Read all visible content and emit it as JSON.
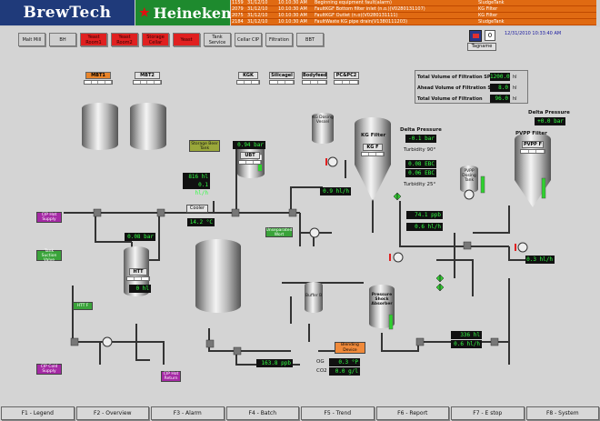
{
  "header": {
    "brand": "BrewTech",
    "partner": "Heineken",
    "alarms": [
      {
        "id": "1159",
        "date": "31/12/10",
        "time": "10:10:30 AM",
        "text": "Beginning equipment fault(alarm)",
        "area": "SludgeTank"
      },
      {
        "id": "2079",
        "date": "31/12/10",
        "time": "10:10:30 AM",
        "text": "FaultKGF Bottom filter inlet (n.o.)(V0280131107)",
        "area": "KG Filter"
      },
      {
        "id": "2075",
        "date": "31/12/10",
        "time": "10:10:30 AM",
        "text": "FaultKGF Outlet (n.o)(V0280131111)",
        "area": "KG Filter"
      },
      {
        "id": "2184",
        "date": "31/12/10",
        "time": "10:10:30 AM",
        "text": "FaultWaste KG pipe drain(V1380111203)",
        "area": "SludgeTank"
      }
    ],
    "zero_count": "0",
    "datetime": "12/31/2010 10:33:40 AM",
    "tagname": "Tagname"
  },
  "nav_buttons": [
    {
      "label": "Malt Mill",
      "style": "normal"
    },
    {
      "label": "BH",
      "style": "normal"
    },
    {
      "label": "Yeast Room1",
      "style": "red"
    },
    {
      "label": "Yeast Room2",
      "style": "red"
    },
    {
      "label": "Storage Cellar",
      "style": "red"
    },
    {
      "label": "Yeast",
      "style": "red"
    },
    {
      "label": "Tank Service",
      "style": "normal"
    },
    {
      "label": "Cellar CIP",
      "style": "normal"
    },
    {
      "label": "Filtration",
      "style": "normal"
    },
    {
      "label": "BBT",
      "style": "normal"
    }
  ],
  "tags": {
    "mbt1": "MBT1",
    "mbt2": "MBT2",
    "kgk": "KGK",
    "silicagel": "Silicagel",
    "bodyfeed": "Bodyfeed",
    "pc": "PC&PC2",
    "ubt": "UBT",
    "htt": "HTT",
    "kgf": "KG F",
    "pvppf": "PVPP F"
  },
  "totals": [
    {
      "label": "Total Volume of Filtration SP",
      "value": "1200.0",
      "unit": "hl"
    },
    {
      "label": "Ahead Volume of Filtration SP",
      "value": "8.0",
      "unit": "hl"
    },
    {
      "label": "Total Volume of Filtration",
      "value": "96.0",
      "unit": "hl"
    }
  ],
  "equipment": {
    "kg_dosing": "KG Dosing Vessel",
    "kg_filter": "KG Filter",
    "pvpp_dosing": "PVPP Dosing Tank",
    "pvpp_filter": "PVPP Filter",
    "cooler": "Cooler",
    "blending": "Blending Device",
    "pressure_shock": "Pressure Shock Absorber",
    "buffer": "Buffer B",
    "storage_tank": "Storage Beer Tank"
  },
  "readings": {
    "ubt_pressure": "0.94 bar",
    "flow1": "816 hl",
    "flow2": "0.1 hl/h",
    "cooler_temp": "14.2 °C",
    "kg_flow": "0.9 hl/h",
    "delta_pressure_label": "Delta Pressure",
    "delta_pressure_kg": "-0.1 bar",
    "turbidity90_label": "Turbidity 90°",
    "turbidity90": "0.08 EBC",
    "turbidity25_label": "Turbidity 25°",
    "turbidity25": "0.06 EBC",
    "ppb": "74.1 ppb",
    "pvpp_flow": "0.6 hl/h",
    "delta_pressure_pvpp": "+0.0 bar",
    "pvpp_out": "0.3 hl/h",
    "htt_pressure": "0.08 bar",
    "htt_level": "0 hl",
    "blend_hl": "336 hl",
    "blend_flow": "0.6 hl/h",
    "o2": "163.8 ppb",
    "og_label": "OG",
    "og": "0.3 °P",
    "co2_label": "CO2",
    "co2": "0.0 g/l"
  },
  "side_labels": {
    "cip_hot_supply": "CIP Hot Supply",
    "tank_suction": "Tank Suction Valve",
    "cip_cold_supply": "CIP Cold Supply",
    "cip_hot_return": "CIP Hot Return",
    "green_tag": "HTT F",
    "ubt_gt": "Unseparated Wort"
  },
  "footer": [
    "F1 - Legend",
    "F2 - Overview",
    "F3 - Alarm",
    "F4 - Batch",
    "F5 - Trend",
    "F6 - Report",
    "F7 - E stop",
    "F8 - System"
  ]
}
